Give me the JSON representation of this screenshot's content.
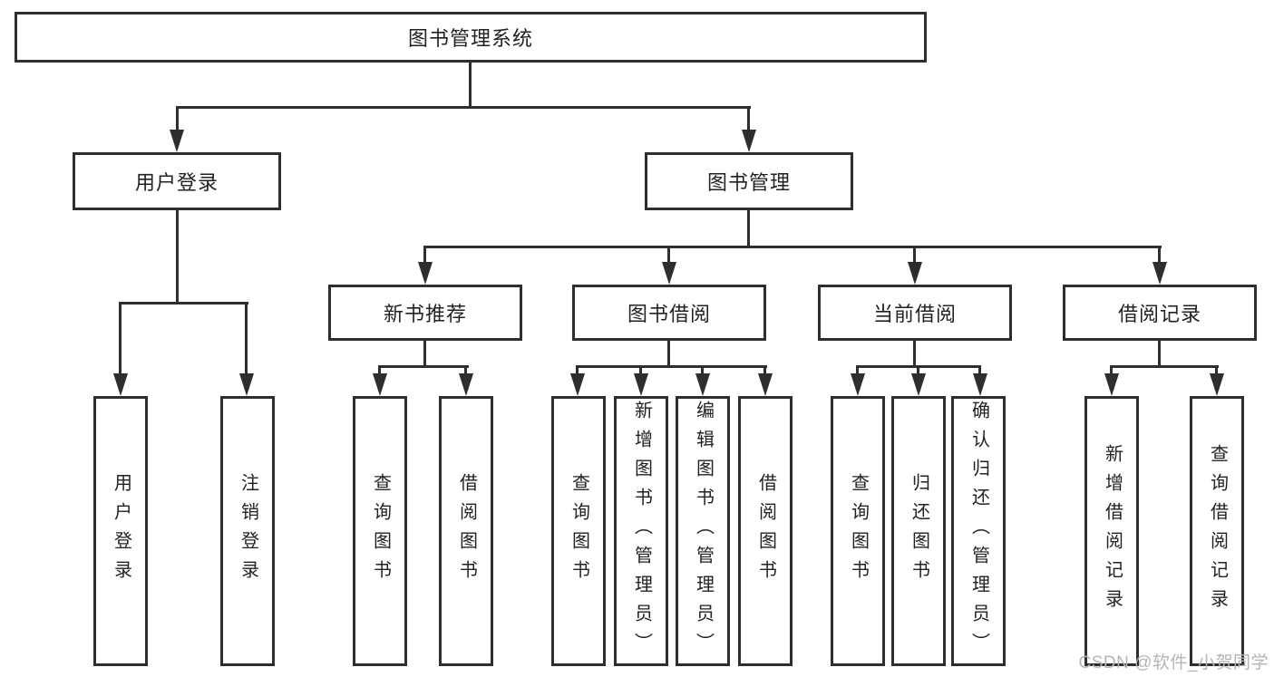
{
  "tree": {
    "label": "图书管理系统",
    "children": [
      {
        "label": "用户登录",
        "children": [
          {
            "label": "用户登录"
          },
          {
            "label": "注销登录"
          }
        ]
      },
      {
        "label": "图书管理",
        "children": [
          {
            "label": "新书推荐",
            "children": [
              {
                "label": "查询图书"
              },
              {
                "label": "借阅图书"
              }
            ]
          },
          {
            "label": "图书借阅",
            "children": [
              {
                "label": "查询图书"
              },
              {
                "label": "新增图书（管理员）"
              },
              {
                "label": "编辑图书（管理员）"
              },
              {
                "label": "借阅图书"
              }
            ]
          },
          {
            "label": "当前借阅",
            "children": [
              {
                "label": "查询图书"
              },
              {
                "label": "归还图书"
              },
              {
                "label": "确认归还（管理员）"
              }
            ]
          },
          {
            "label": "借阅记录",
            "children": [
              {
                "label": "新增借阅记录"
              },
              {
                "label": "查询借阅记录"
              }
            ]
          }
        ]
      }
    ]
  },
  "watermark": "CSDN @软件_小贺同学",
  "colors": {
    "line": "#2e2e2e",
    "text": "#222222",
    "watermark": "#b5b5b5",
    "background": "#ffffff"
  }
}
